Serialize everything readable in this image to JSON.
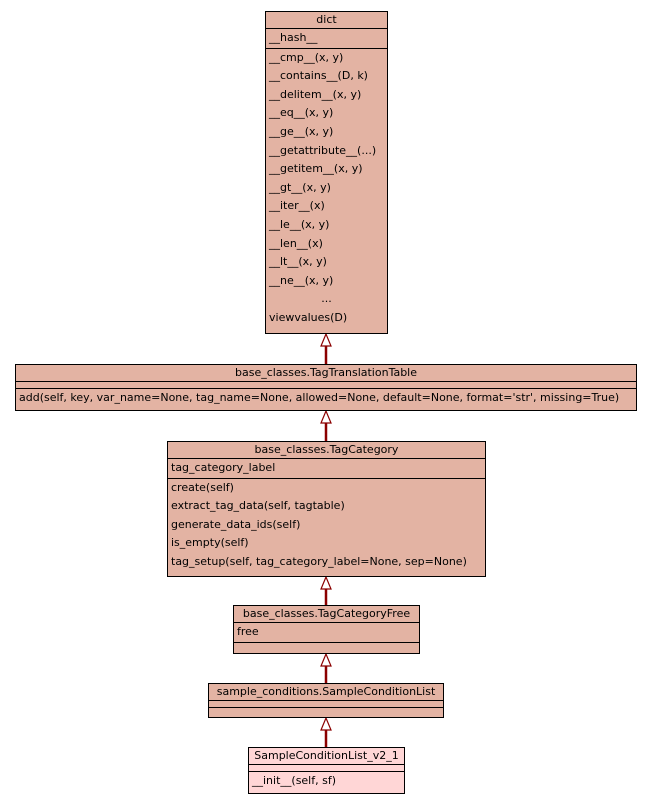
{
  "classes": {
    "dict": {
      "name": "dict",
      "attributes": [
        "__hash__"
      ],
      "methods": [
        "__cmp__(x, y)",
        "__contains__(D, k)",
        "__delitem__(x, y)",
        "__eq__(x, y)",
        "__ge__(x, y)",
        "__getattribute__(...)",
        "__getitem__(x, y)",
        "__gt__(x, y)",
        "__iter__(x)",
        "__le__(x, y)",
        "__len__(x)",
        "__lt__(x, y)",
        "__ne__(x, y)",
        "...",
        "viewvalues(D)"
      ]
    },
    "tag_translation_table": {
      "name": "base_classes.TagTranslationTable",
      "attributes": [],
      "methods": [
        "add(self, key, var_name=None, tag_name=None, allowed=None, default=None, format='str', missing=True)"
      ]
    },
    "tag_category": {
      "name": "base_classes.TagCategory",
      "attributes": [
        "tag_category_label"
      ],
      "methods": [
        "create(self)",
        "extract_tag_data(self, tagtable)",
        "generate_data_ids(self)",
        "is_empty(self)",
        "tag_setup(self, tag_category_label=None, sep=None)"
      ]
    },
    "tag_category_free": {
      "name": "base_classes.TagCategoryFree",
      "attributes": [
        "free"
      ],
      "methods": []
    },
    "sample_condition_list": {
      "name": "sample_conditions.SampleConditionList",
      "attributes": [],
      "methods": []
    },
    "sample_condition_list_v2_1": {
      "name": "SampleConditionList_v2_1",
      "attributes": [],
      "methods": [
        "__init__(self, sf)"
      ]
    }
  },
  "colors": {
    "class_fill": "#e3b3a3",
    "leaf_fill": "#ffd6d6",
    "edge": "#8b0000"
  }
}
